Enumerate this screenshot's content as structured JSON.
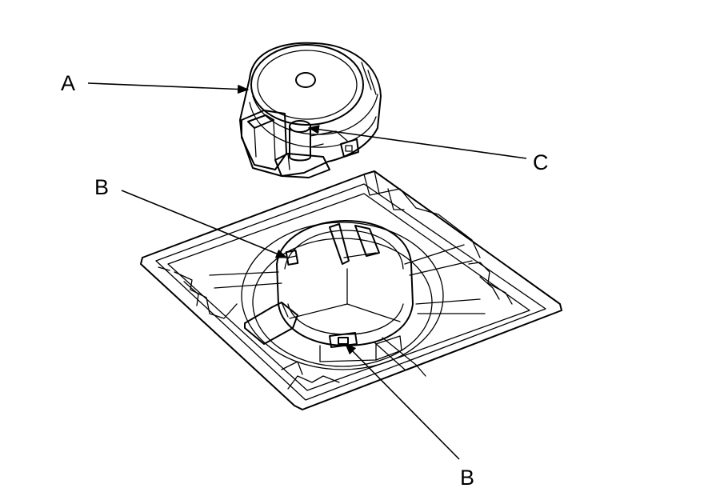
{
  "labels": {
    "a": "A",
    "b_upper": "B",
    "b_lower": "B",
    "c": "C"
  }
}
